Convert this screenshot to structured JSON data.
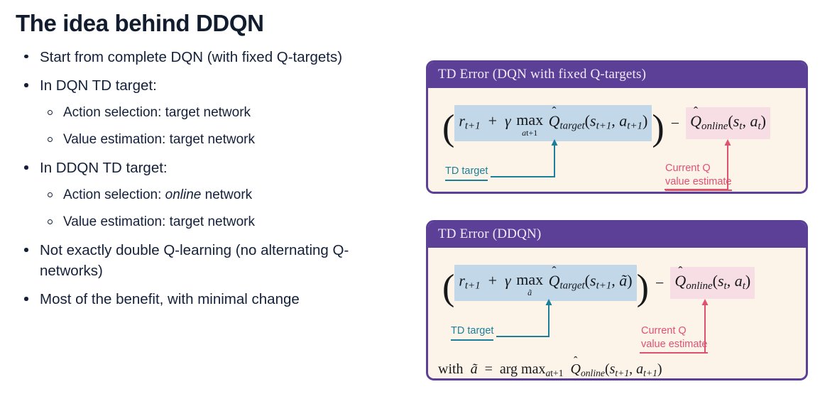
{
  "slide": {
    "title": "The idea behind DDQN"
  },
  "bullets": [
    {
      "level": 1,
      "text": "Start from complete DQN (with fixed Q-targets)"
    },
    {
      "level": 1,
      "text": "In DQN TD target:"
    },
    {
      "level": 2,
      "text": "Action selection: target network"
    },
    {
      "level": 2,
      "text": "Value estimation: target network"
    },
    {
      "level": 1,
      "text": "In DDQN TD target:"
    },
    {
      "level": 2,
      "text": "Action selection: online network",
      "emphasis": "online"
    },
    {
      "level": 2,
      "text": "Value estimation: target network"
    },
    {
      "level": 1,
      "text": "Not exactly double Q-learning (no alternating Q-networks)"
    },
    {
      "level": 1,
      "text": "Most of the benefit, with minimal change"
    }
  ],
  "cards": [
    {
      "id": "dqn",
      "header": "TD Error (DQN with fixed Q-targets)",
      "formula_latex": "( r_{t+1} + \\gamma \\max_{a_{t+1}} \\hat{Q}_{target}(s_{t+1}, a_{t+1}) ) - \\hat{Q}_{online}(s_t, a_t)",
      "td_target_term": "r_{t+1} + gamma max_{a_{t+1}} Qhat_target(s_{t+1}, a_{t+1})",
      "current_q_term": "Qhat_online(s_t, a_t)",
      "annotations": {
        "left_label": "TD target",
        "right_label_line1": "Current Q",
        "right_label_line2": "value estimate"
      }
    },
    {
      "id": "ddqn",
      "header": "TD Error (DDQN)",
      "formula_latex": "( r_{t+1} + \\gamma \\max_{\\tilde{a}} \\hat{Q}_{target}(s_{t+1}, \\tilde{a}) ) - \\hat{Q}_{online}(s_t, a_t)",
      "td_target_term": "r_{t+1} + gamma max_{atilde} Qhat_target(s_{t+1}, atilde)",
      "current_q_term": "Qhat_online(s_t, a_t)",
      "annotations": {
        "left_label": "TD target",
        "right_label_line1": "Current Q",
        "right_label_line2": "value estimate"
      },
      "with_clause": "with ã = arg max_{a_{t+1}} Qhat_online(s_{t+1}, a_{t+1})"
    }
  ],
  "colors": {
    "purple": "#5c3f96",
    "card_bg": "#fdf4e9",
    "highlight_blue": "#c2d8e8",
    "highlight_pink": "#f7dde4",
    "annot_blue": "#1b7f99",
    "annot_pink": "#e0506f",
    "text_dark": "#14203a"
  },
  "math_glyphs": {
    "gamma": "γ",
    "minus": "−",
    "atilde": "ã",
    "max": "max",
    "argmax": "arg max",
    "with": "with",
    "equals": "=",
    "hat": "^",
    "plus": "+"
  }
}
